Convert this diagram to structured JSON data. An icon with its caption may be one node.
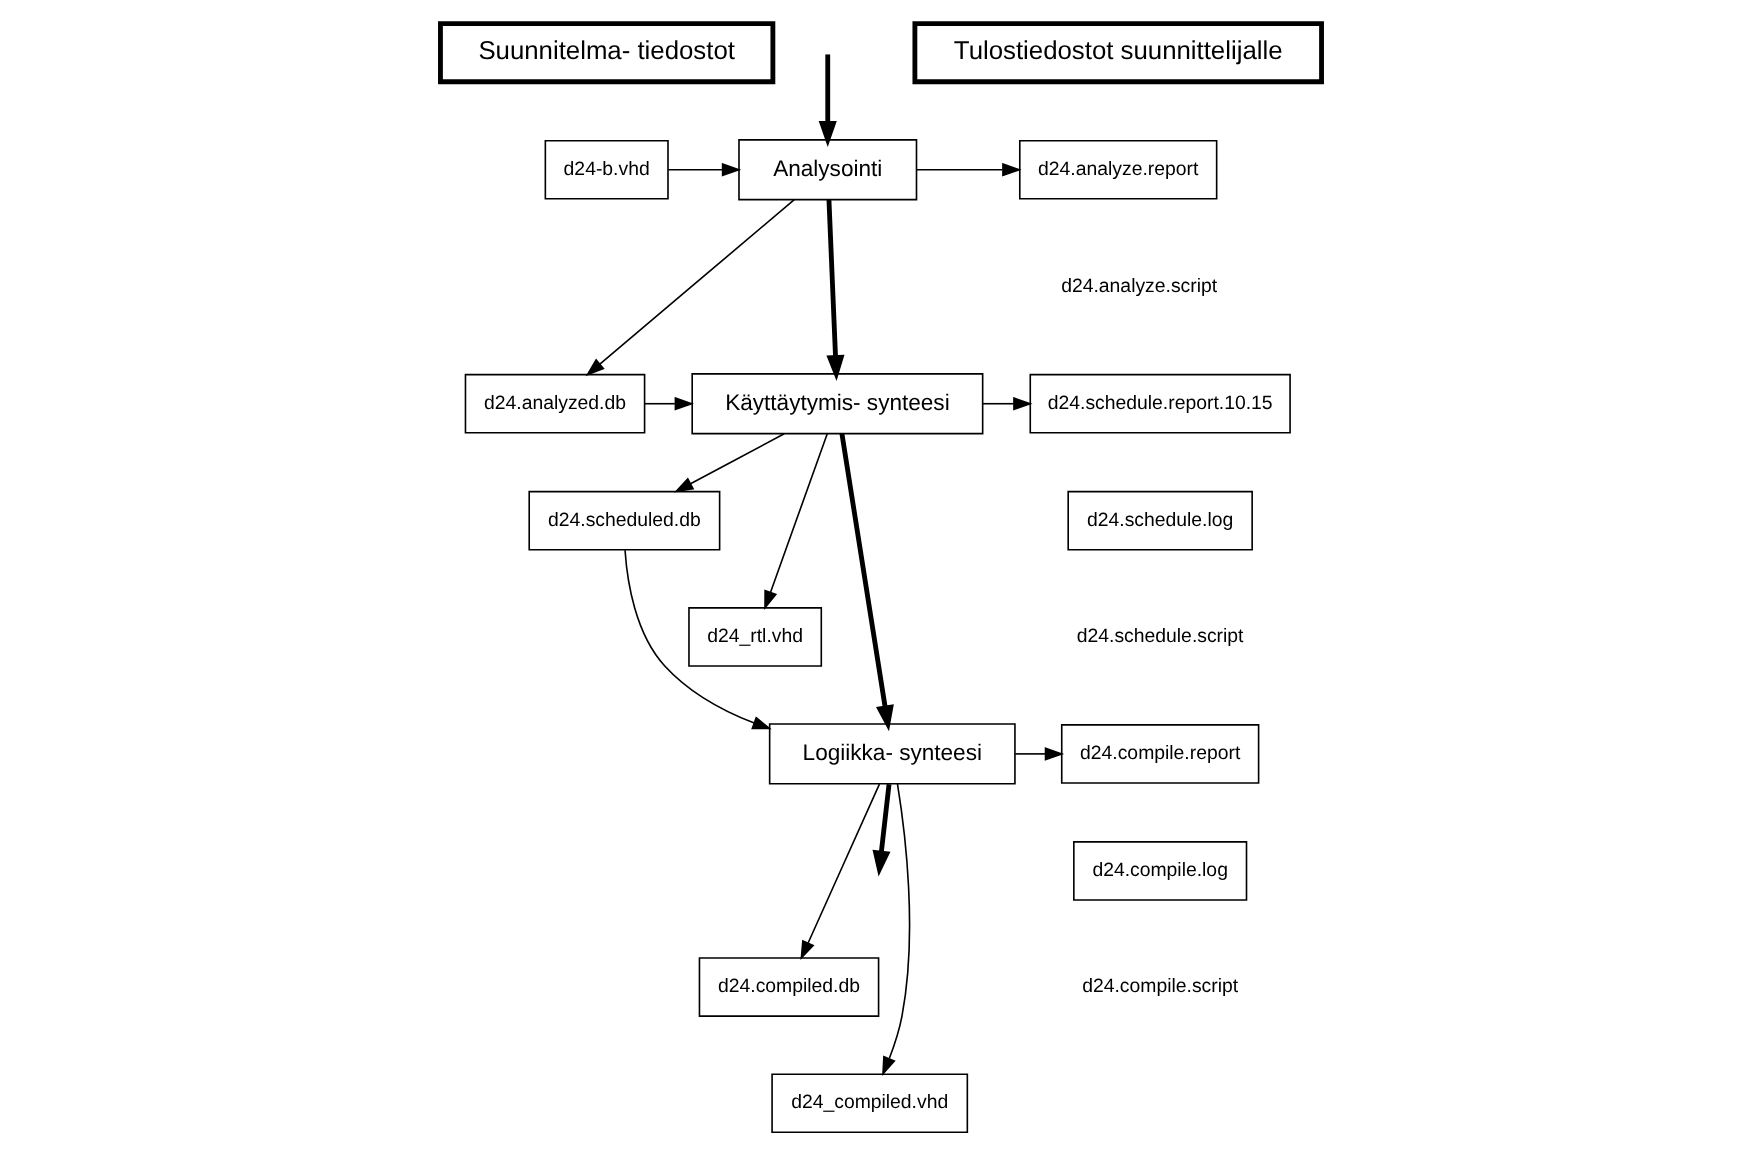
{
  "diagram": {
    "nodes": [
      {
        "text": [
          "Suunnitelma- tiedostot"
        ]
      },
      {
        "text": [
          "Tulostiedostot suunnittelijalle"
        ]
      },
      {
        "text": [
          "d24-b.vhd"
        ]
      },
      {
        "text": [
          "Analysointi"
        ]
      },
      {
        "text": [
          "d24.analyze.report"
        ]
      },
      {
        "text": [
          "d24.analyzed.db"
        ]
      },
      {
        "text": [
          "Käyttäytymis- synteesi"
        ]
      },
      {
        "text": [
          "d24.schedule.report.10.15"
        ]
      },
      {
        "text": [
          "d24.schedule.log"
        ]
      },
      {
        "text": [
          "d24.scheduled.db"
        ]
      },
      {
        "text": [
          "d24_rtl.vhd"
        ]
      },
      {
        "text": [
          "Logiikka- synteesi"
        ]
      },
      {
        "text": [
          "d24.compile.report"
        ]
      },
      {
        "text": [
          "d24.compile.log"
        ]
      },
      {
        "text": [
          "d24.compiled.db"
        ]
      },
      {
        "text": [
          "d24_compiled.vhd"
        ]
      }
    ],
    "edges": [
      {
        "from": null,
        "to": 3,
        "arrow": "to",
        "style": "thick"
      },
      {
        "from": 2,
        "to": 3,
        "arrow": "to"
      },
      {
        "from": 3,
        "to": 4,
        "arrow": "to"
      },
      {
        "from": 3,
        "to": 5,
        "arrow": "to"
      },
      {
        "from": 5,
        "to": 6,
        "arrow": "to"
      },
      {
        "from": 3,
        "to": 6,
        "arrow": "to",
        "style": "thick"
      },
      {
        "from": 6,
        "to": 7,
        "arrow": "to"
      },
      {
        "from": 6,
        "to": 9,
        "arrow": "to"
      },
      {
        "from": 6,
        "to": 10,
        "arrow": "to"
      },
      {
        "from": 9,
        "to": 11,
        "arrow": "to"
      },
      {
        "from": 6,
        "to": 11,
        "arrow": "to",
        "style": "thick"
      },
      {
        "from": 11,
        "to": 12,
        "arrow": "to"
      },
      {
        "from": 11,
        "to": 14,
        "arrow": "to"
      },
      {
        "from": 11,
        "to": 15,
        "arrow": "to"
      },
      {
        "from": 11,
        "to": null,
        "arrow": "to",
        "style": "thick"
      }
    ],
    "labels": [
      "d24.analyze.script",
      "d24.schedule.script",
      "d24.compile.script"
    ]
  }
}
